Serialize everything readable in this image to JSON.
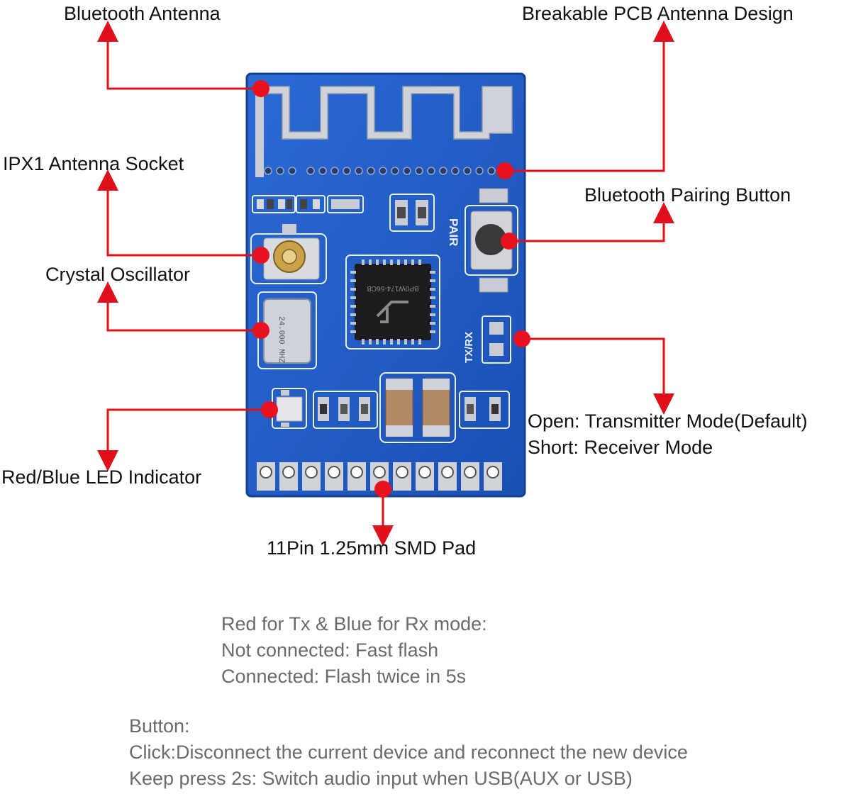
{
  "labels": {
    "bluetooth_antenna": "Bluetooth Antenna",
    "breakable_pcb": "Breakable PCB Antenna Design",
    "ipx1_socket": "IPX1 Antenna Socket",
    "pairing_button": "Bluetooth Pairing Button",
    "crystal_oscillator": "Crystal Oscillator",
    "mode_open": "Open: Transmitter Mode(Default)",
    "mode_short": "Short: Receiver Mode",
    "led_indicator": "Red/Blue LED Indicator",
    "smd_pad": "11Pin 1.25mm SMD Pad"
  },
  "board_marks": {
    "pair": "PAIR",
    "txrx": "TX/RX",
    "crystal": "24.000 MHZ",
    "chip": "BP0W174-56CB"
  },
  "notes": {
    "led": [
      "Red for Tx & Blue for Rx mode:",
      "Not connected: Fast flash",
      "Connected: Flash twice in 5s"
    ],
    "button": [
      "Button:",
      "Click:Disconnect the current device and reconnect the new device",
      "Keep press 2s: Switch audio input when USB(AUX or USB)"
    ]
  },
  "colors": {
    "pcb": "#1f5cc4",
    "pcb_dark": "#163f8f",
    "silkscreen": "#e8eef8",
    "arrow": "#e0101a",
    "dot": "#e8121f"
  }
}
